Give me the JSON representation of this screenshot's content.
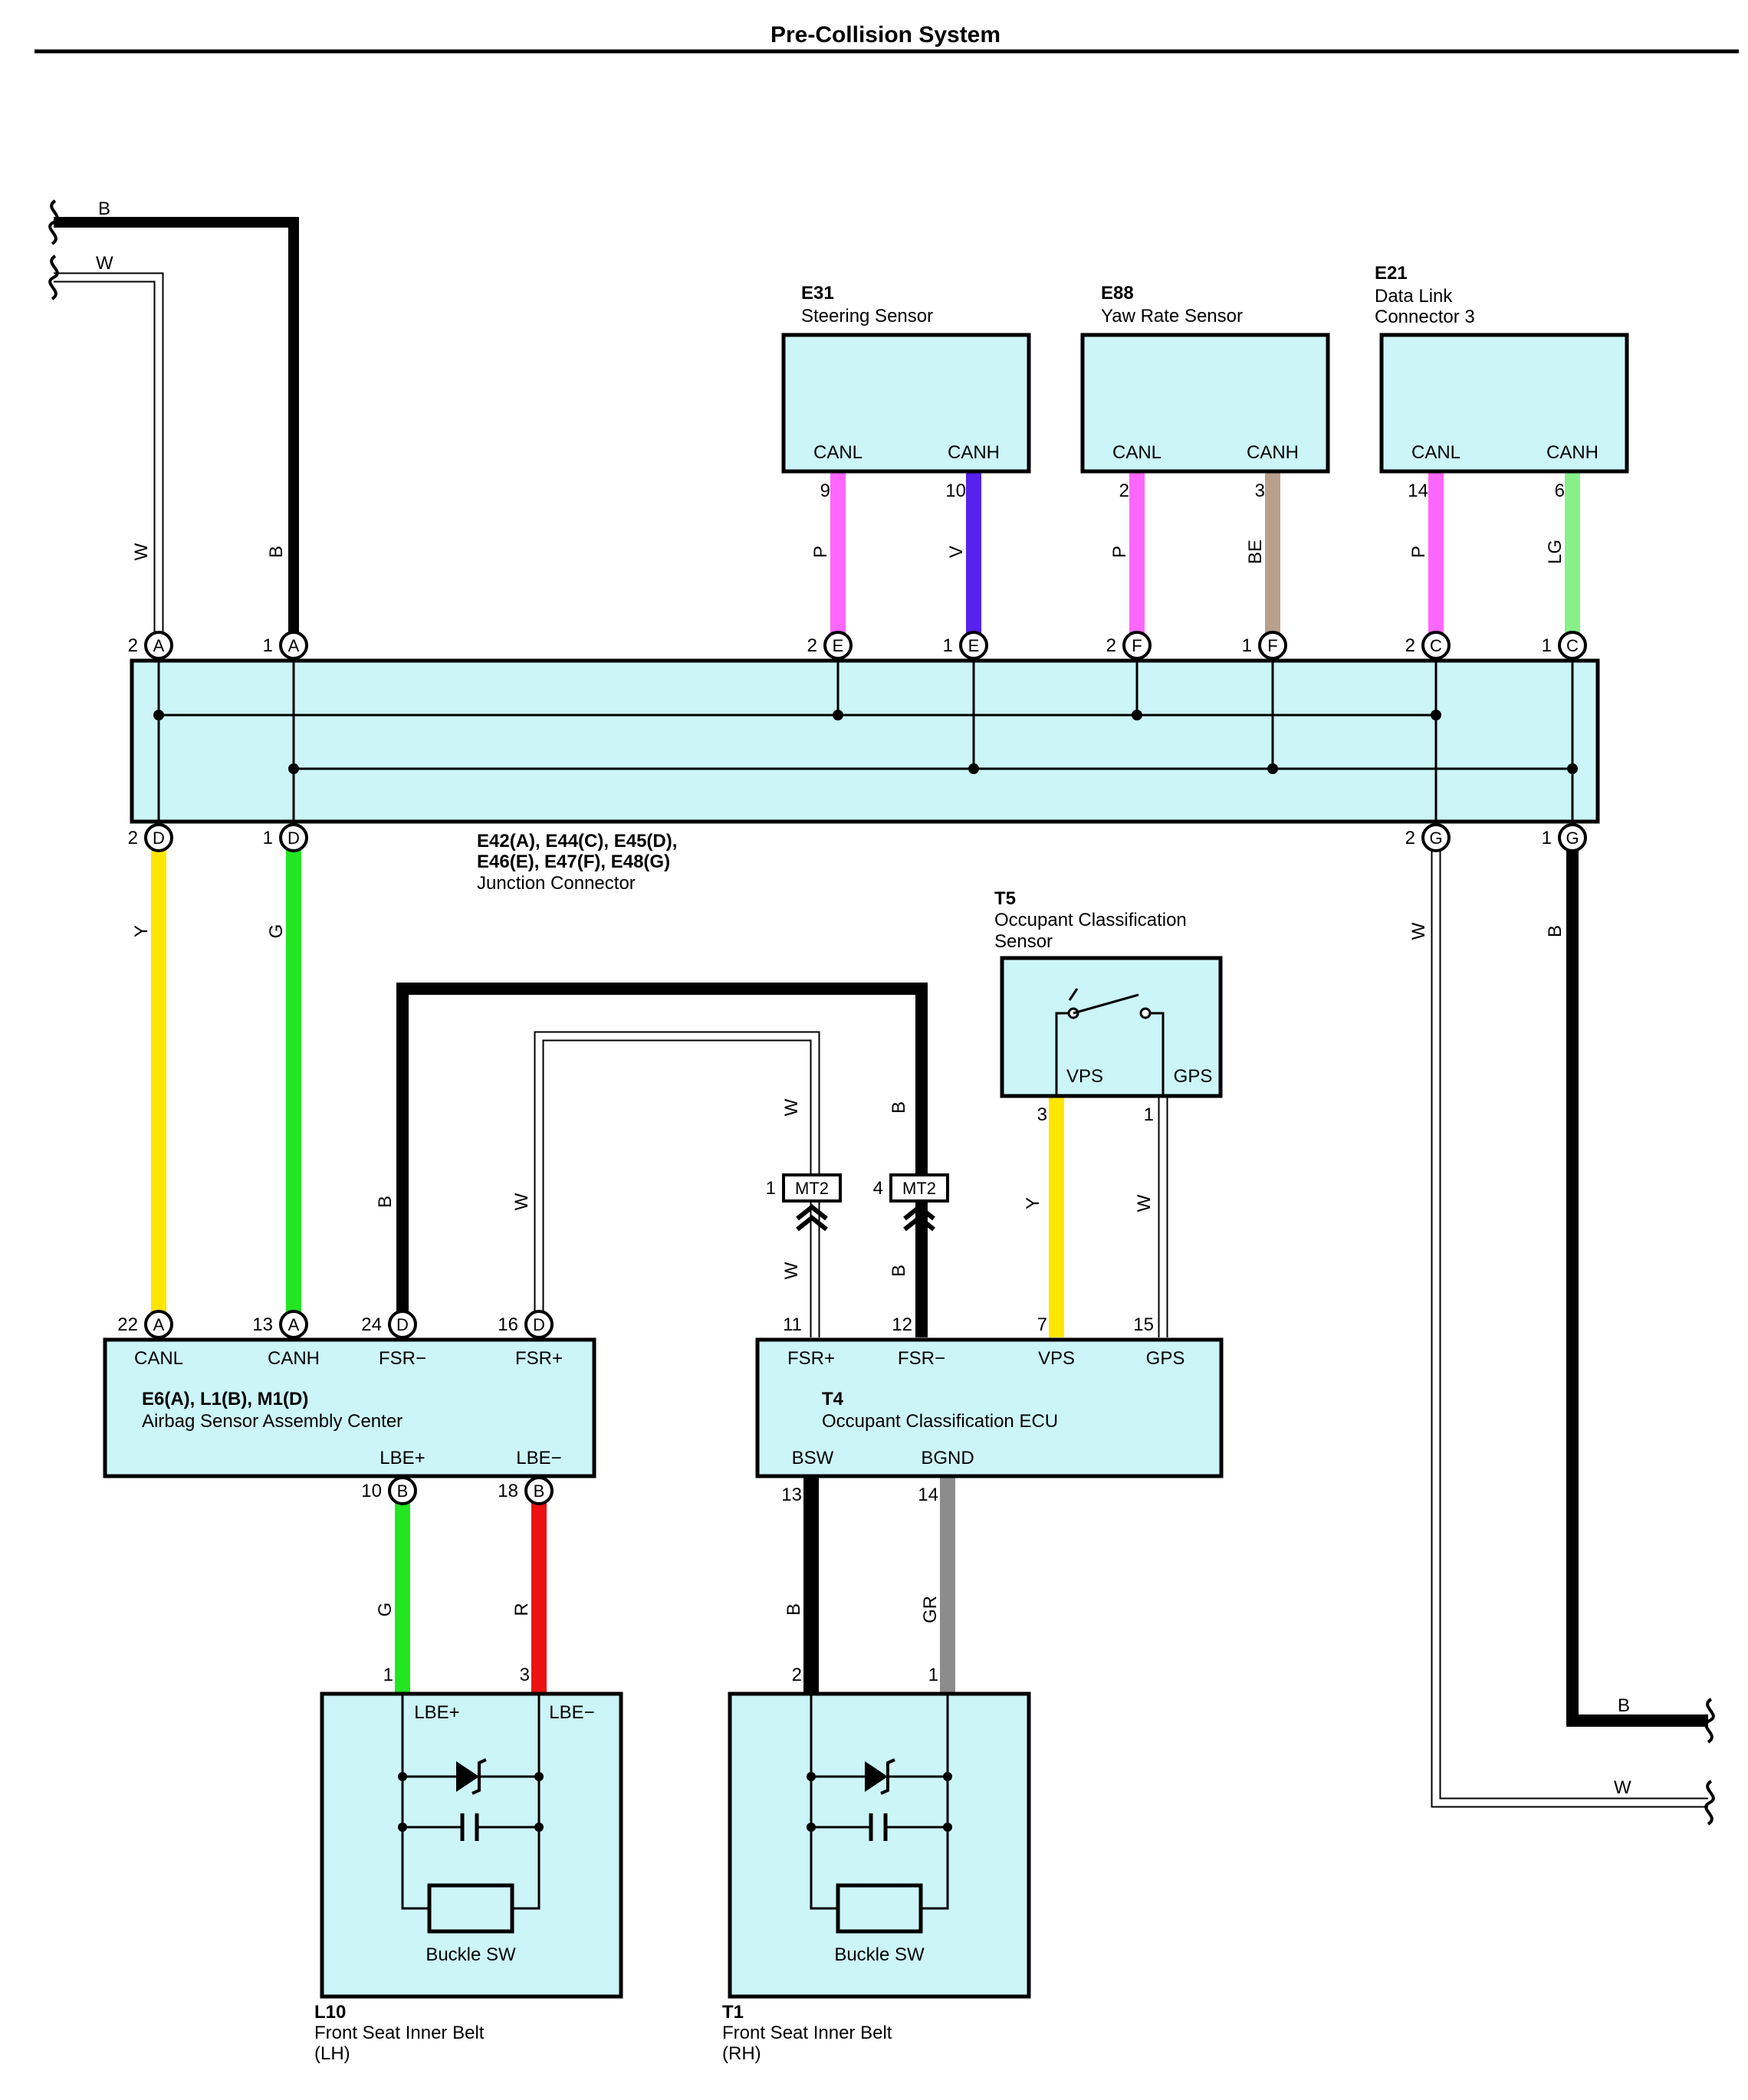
{
  "title": "Pre-Collision System",
  "colors": {
    "box_fill": "#ccf5f8",
    "B": "#000000",
    "W": "#ffffff",
    "P": "#ff66ff",
    "V": "#5522ee",
    "BE": "#b8a08c",
    "LG": "#88f088",
    "Y": "#ffe600",
    "G": "#22e622",
    "R": "#ee1111",
    "GR": "#8c8c8c"
  },
  "components": {
    "e31": {
      "code": "E31",
      "name": "Steering Sensor",
      "pin1": "CANL",
      "pin2": "CANH"
    },
    "e88": {
      "code": "E88",
      "name": "Yaw Rate Sensor",
      "pin1": "CANL",
      "pin2": "CANH"
    },
    "e21": {
      "code": "E21",
      "name1": "Data Link",
      "name2": "Connector 3",
      "pin1": "CANL",
      "pin2": "CANH"
    },
    "junction": {
      "code1": "E42(A), E44(C), E45(D),",
      "code2": "E46(E), E47(F), E48(G)",
      "name": "Junction Connector"
    },
    "t5": {
      "code": "T5",
      "name1": "Occupant Classification",
      "name2": "Sensor",
      "pin1": "VPS",
      "pin2": "GPS"
    },
    "airbag": {
      "code": "E6(A), L1(B), M1(D)",
      "name": "Airbag Sensor Assembly Center",
      "pin_canl": "CANL",
      "pin_canh": "CANH",
      "pin_fsrm": "FSR−",
      "pin_fsrp": "FSR+",
      "pin_lbep": "LBE+",
      "pin_lbem": "LBE−"
    },
    "t4": {
      "code": "T4",
      "name": "Occupant Classification ECU",
      "pin_fsrp": "FSR+",
      "pin_fsrm": "FSR−",
      "pin_vps": "VPS",
      "pin_gps": "GPS",
      "pin_bsw": "BSW",
      "pin_bgnd": "BGND"
    },
    "l10": {
      "code": "L10",
      "name1": "Front Seat Inner Belt",
      "name2": "(LH)",
      "pin1": "LBE+",
      "pin2": "LBE−",
      "switch": "Buckle SW"
    },
    "t1": {
      "code": "T1",
      "name1": "Front Seat Inner Belt",
      "name2": "(RH)",
      "switch": "Buckle SW"
    },
    "mt2": {
      "code": "MT2"
    }
  },
  "wire_labels": {
    "top_b": "B",
    "top_w": "W",
    "w_jA2": "W",
    "b_jA1": "B",
    "p_e31": "P",
    "v_e31": "V",
    "p_e88": "P",
    "be_e88": "BE",
    "p_e21": "P",
    "lg_e21": "LG",
    "y_jD2": "Y",
    "g_jD1": "G",
    "w_jG2": "W",
    "b_jG1": "B",
    "b_fsr": "B",
    "w_fsr": "W",
    "w_mt2_up": "W",
    "b_mt2_up": "B",
    "w_mt2_dn": "W",
    "b_mt2_dn": "B",
    "y_vps": "Y",
    "w_gps": "W",
    "g_lbe": "G",
    "r_lbe": "R",
    "b_bsw": "B",
    "gr_bgnd": "GR",
    "br_b": "B",
    "br_w": "W"
  },
  "pins": {
    "e31_9": "9",
    "e31_10": "10",
    "e88_2": "2",
    "e88_3": "3",
    "e21_14": "14",
    "e21_6": "6",
    "jA2": "2",
    "jA1": "1",
    "jE2": "2",
    "jE1": "1",
    "jF2": "2",
    "jF1": "1",
    "jC2": "2",
    "jC1": "1",
    "jD2": "2",
    "jD1": "1",
    "jG2": "2",
    "jG1": "1",
    "a22": "22",
    "a13": "13",
    "d24": "24",
    "d16": "16",
    "b10": "10",
    "b18": "18",
    "t4_11": "11",
    "t4_12": "12",
    "t4_7": "7",
    "t4_15": "15",
    "t4_13": "13",
    "t4_14": "14",
    "t5_3": "3",
    "t5_1": "1",
    "mt2_1": "1",
    "mt2_4": "4",
    "l10_1": "1",
    "l10_3": "3",
    "t1_2": "2",
    "t1_1": "1"
  },
  "connector_letters": {
    "jA": "A",
    "jE": "E",
    "jF": "F",
    "jC": "C",
    "jD": "D",
    "jG": "G",
    "aA": "A",
    "aD": "D",
    "aB": "B"
  }
}
